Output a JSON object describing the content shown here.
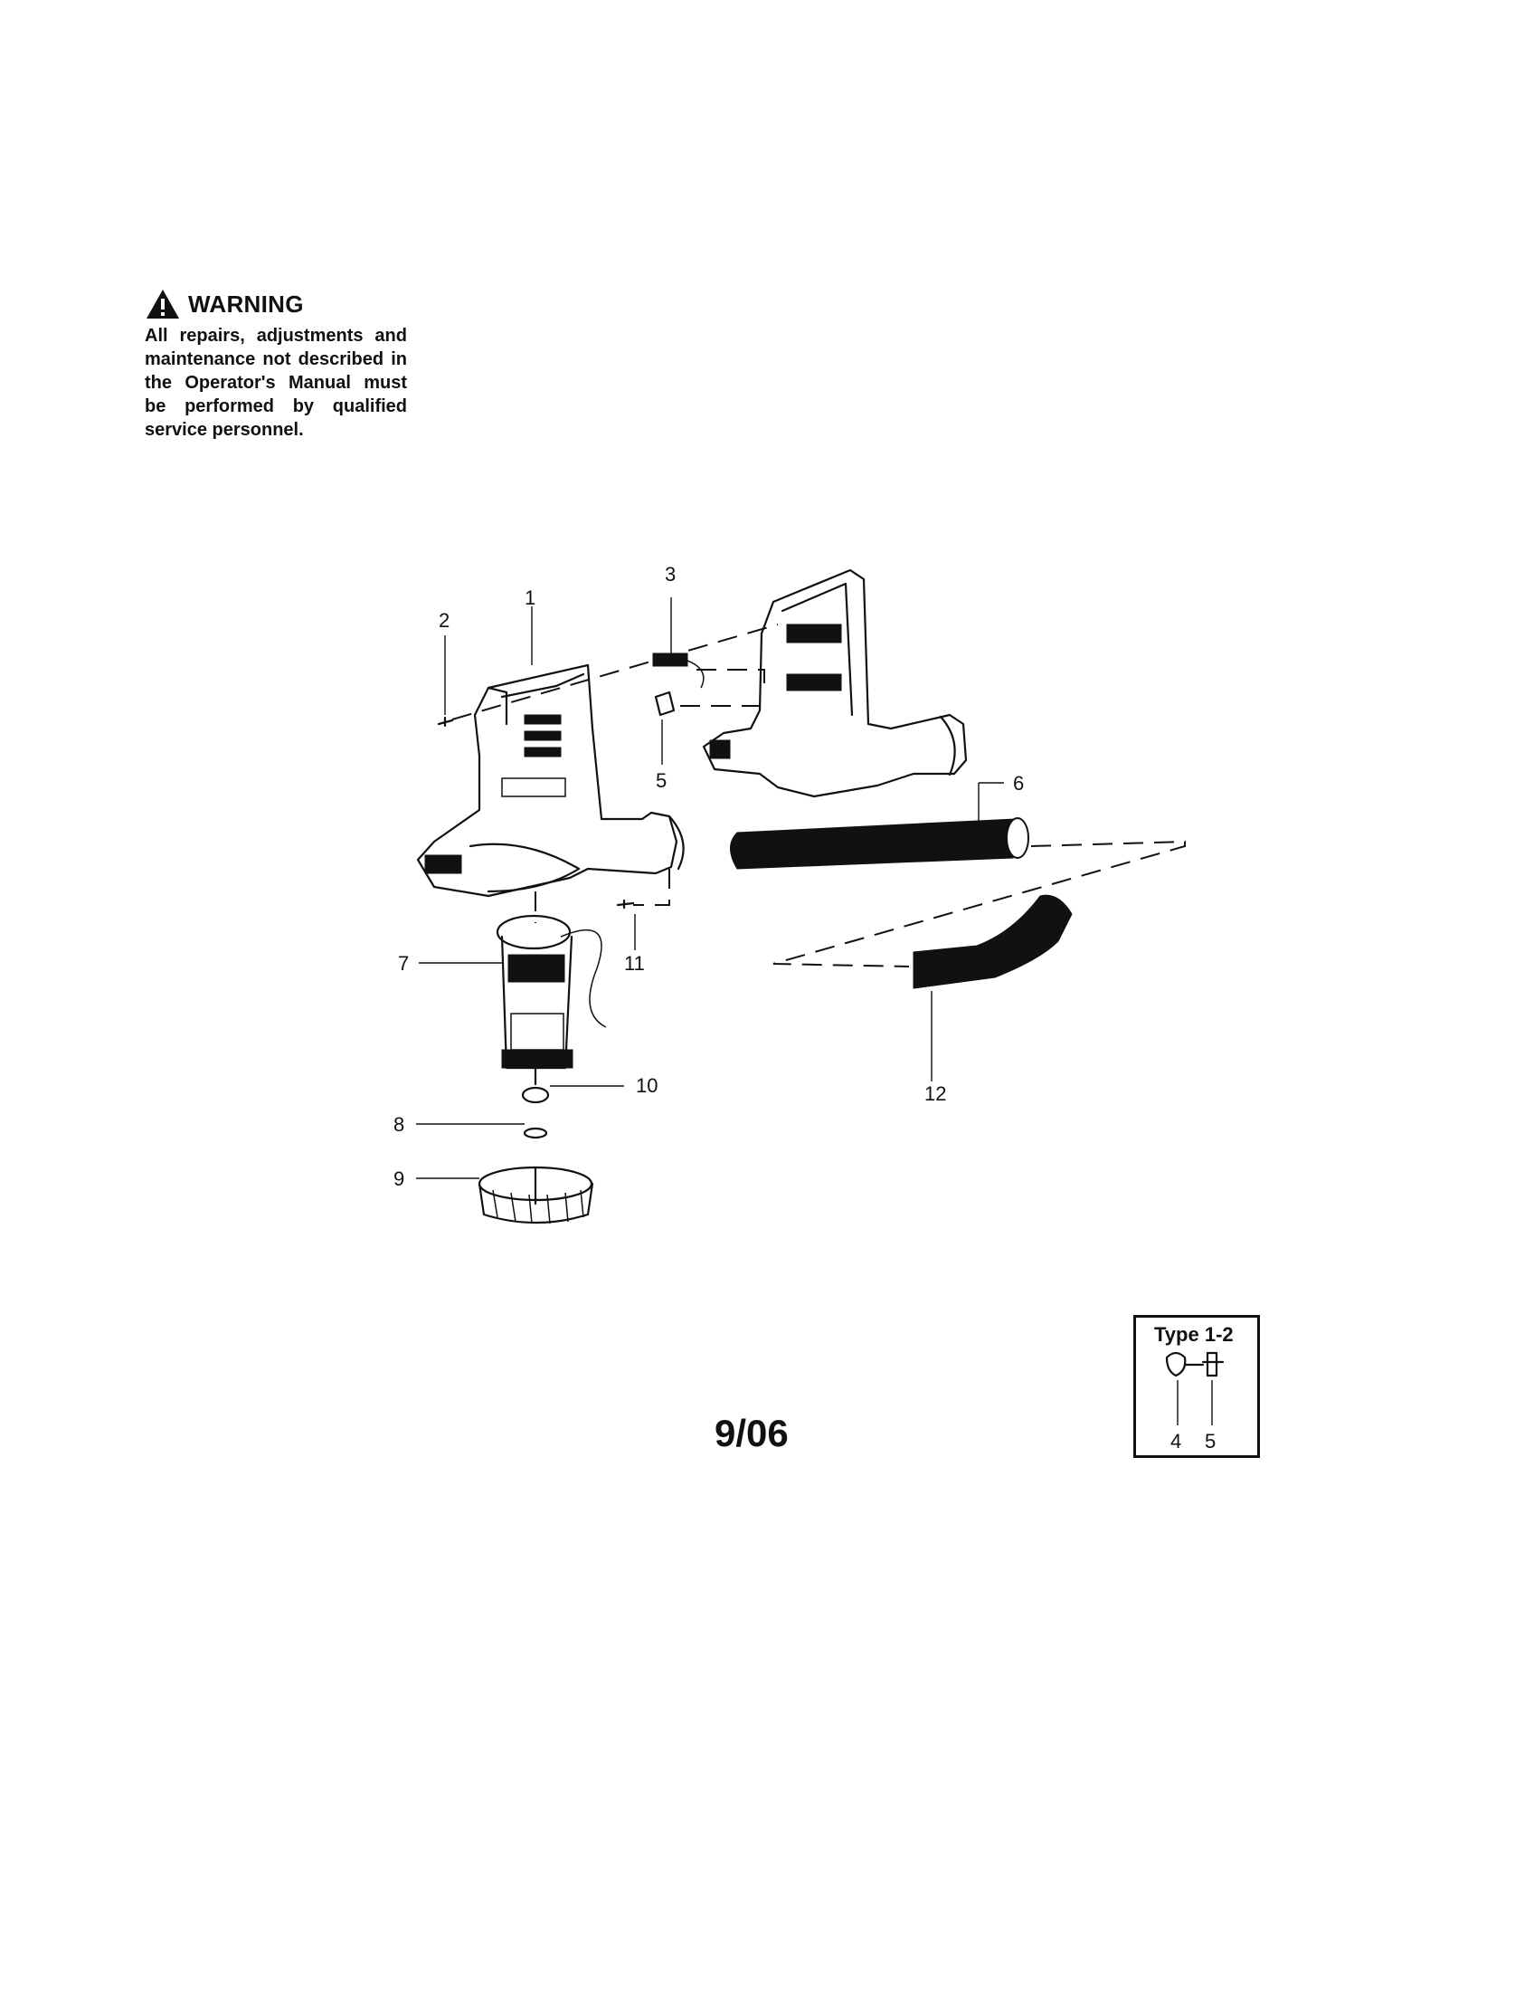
{
  "warning": {
    "heading": "WARNING",
    "text": "All repairs, adjustments and maintenance not described in the Operator's Manual must be performed by qualified service personnel."
  },
  "parts": {
    "p1": "1",
    "p2": "2",
    "p3": "3",
    "p5": "5",
    "p6": "6",
    "p7": "7",
    "p8": "8",
    "p9": "9",
    "p10": "10",
    "p11": "11",
    "p12": "12"
  },
  "inset": {
    "title": "Type 1-2",
    "label_left": "4",
    "label_right": "5"
  },
  "date_code": "9/06",
  "icons": {
    "warning": "warning-triangle-icon"
  }
}
